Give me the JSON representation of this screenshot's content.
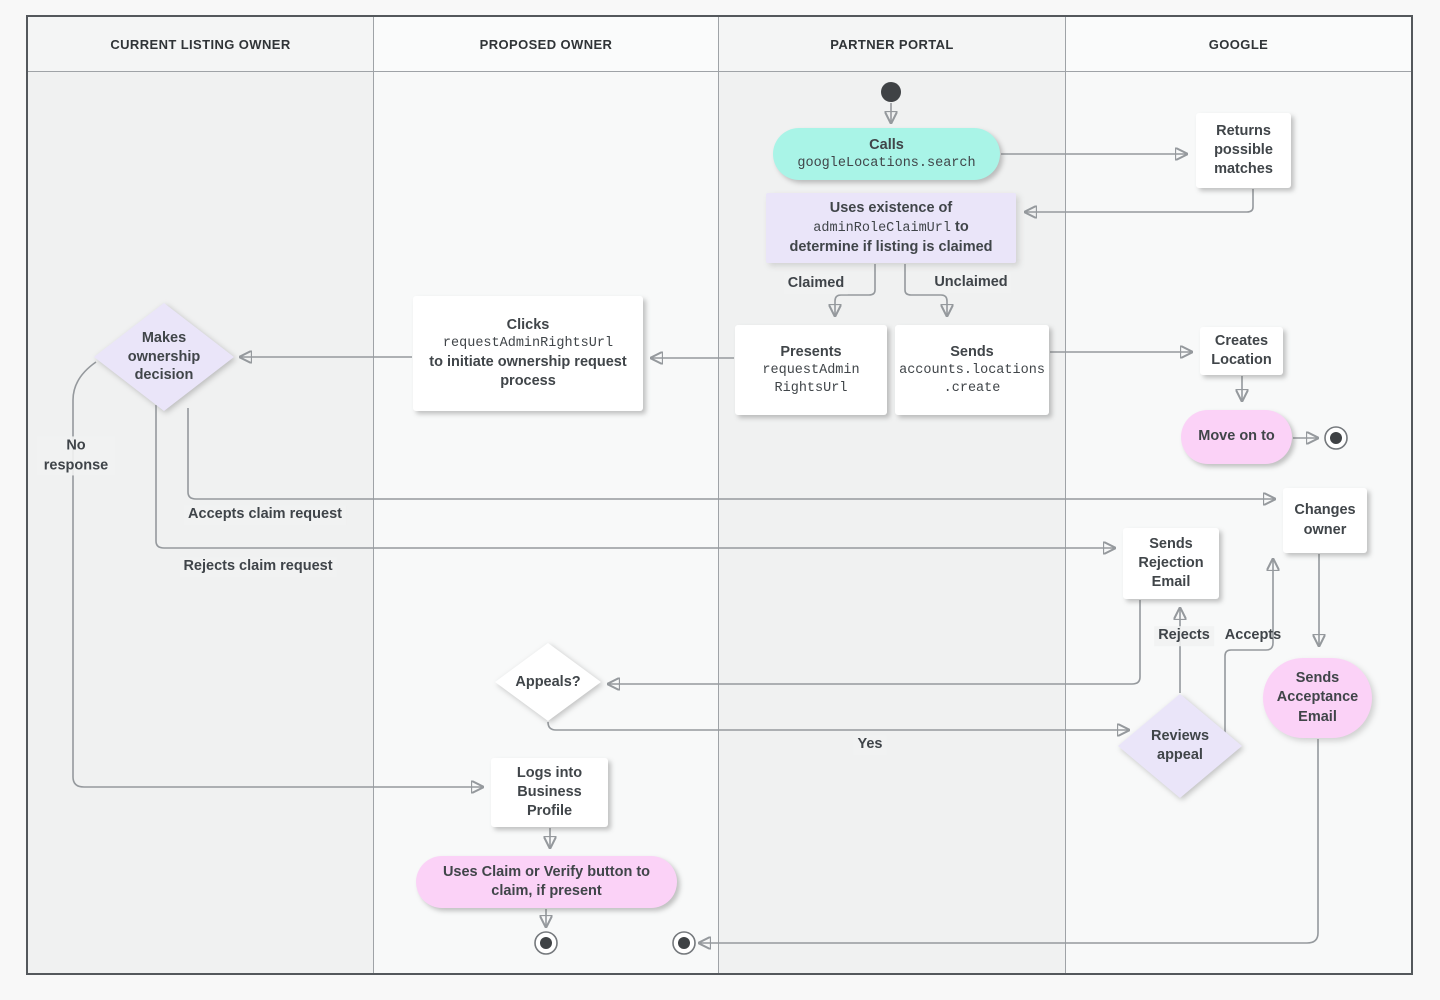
{
  "lanes": [
    {
      "title": "CURRENT LISTING OWNER"
    },
    {
      "title": "PROPOSED OWNER"
    },
    {
      "title": "PARTNER PORTAL"
    },
    {
      "title": "GOOGLE"
    }
  ],
  "nodes": {
    "calls": {
      "title": "Calls",
      "code": "googleLocations.search"
    },
    "returns_matches": {
      "label": "Returns possible matches"
    },
    "uses_existence": {
      "line1": "Uses existence of",
      "code": "adminRoleClaimUrl",
      "line2_suffix": " to",
      "line3": "determine if listing is claimed"
    },
    "presents": {
      "title": "Presents",
      "code": "requestAdmin\nRightsUrl"
    },
    "sends_create": {
      "title": "Sends",
      "code": "accounts.locations\n.create"
    },
    "clicks": {
      "title": "Clicks",
      "code": "requestAdminRightsUrl",
      "rest": "to initiate ownership request process"
    },
    "makes_decision": {
      "label": "Makes ownership decision"
    },
    "creates_location": {
      "label": "Creates Location"
    },
    "move_on": {
      "label": "Move on to"
    },
    "changes_owner": {
      "label": "Changes owner"
    },
    "sends_rejection": {
      "label": "Sends Rejection Email"
    },
    "appeals": {
      "label": "Appeals?"
    },
    "reviews_appeal": {
      "label": "Reviews appeal"
    },
    "sends_acceptance": {
      "label": "Sends Acceptance Email"
    },
    "logs_in": {
      "label": "Logs into Business Profile"
    },
    "uses_claim": {
      "label": "Uses Claim or Verify button to claim, if present"
    }
  },
  "edge_labels": {
    "claimed": "Claimed",
    "unclaimed": "Unclaimed",
    "no_response": "No response",
    "accepts_claim": "Accepts claim request",
    "rejects_claim": "Rejects claim request",
    "rejects": "Rejects",
    "accepts": "Accepts",
    "yes": "Yes"
  },
  "colors": {
    "teal_node": "#a9f4e7",
    "lavender_node": "#eae5f9",
    "pink_node": "#fbd2f7",
    "white_node": "#ffffff",
    "edge_line": "#95999d",
    "arrowhead": "#74787c",
    "text": "#404549",
    "lane_dark": "#f0f1f1",
    "lane_light": "#f8f9f9"
  }
}
